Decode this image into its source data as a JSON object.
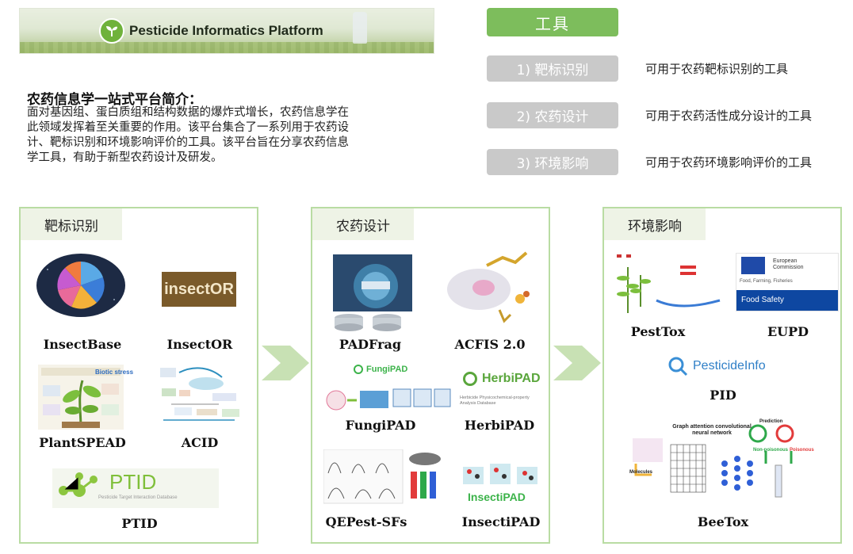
{
  "banner": {
    "title": "Pesticide Informatics Platform"
  },
  "intro": {
    "title": "农药信息学一站式平台简介：",
    "lines": [
      "面对基因组、蛋白质组和结构数据的爆炸式增长，农药信息学在",
      "此领域发挥着至关重要的作用。该平台集合了一系列用于农药设",
      "计、靶标识别和环境影响评价的工具。该平台旨在分享农药信息",
      "学工具，有助于新型农药设计及研发。"
    ]
  },
  "tools": {
    "header": "工具",
    "items": [
      {
        "label": "1) 靶标识别",
        "desc": "可用于农药靶标识别的工具"
      },
      {
        "label": "2) 农药设计",
        "desc": "可用于农药活性成分设计的工具"
      },
      {
        "label": "3) 环境影响",
        "desc": "可用于农药环境影响评价的工具"
      }
    ]
  },
  "panels": {
    "target": {
      "title": "靶标识别",
      "items": [
        "InsectBase",
        "InsectOR",
        "PlantSPEAD",
        "ACID",
        "PTID"
      ],
      "insector_logo": "insectOR",
      "plantspead_text": "Biotic stress",
      "ptid_logo": "PTID",
      "ptid_sub": "Pesticide Target Interaction Database"
    },
    "design": {
      "title": "农药设计",
      "items": [
        "PADFrag",
        "ACFIS 2.0",
        "FungiPAD",
        "HerbiPAD",
        "QEPest-SFs",
        "InsectiPAD"
      ],
      "fungipad_logo": "FungiPAD",
      "herbipad_logo": "HerbiPAD",
      "herbipad_sub": "Herbicide Physicochemical-property Analysis Database",
      "insectipad_logo": "InsectiPAD"
    },
    "env": {
      "title": "环境影响",
      "items": [
        "PestTox",
        "EUPD",
        "PID",
        "BeeTox"
      ],
      "eu_org": "European Commission",
      "eu_sub": "Food, Farming, Fisheries",
      "eu_band": "Food Safety",
      "pid_logo": "PesticideInfo",
      "beetox": {
        "gat": "Graph attention convolutional neural network",
        "prediction": "Prediction",
        "molecules": "Molecules",
        "nonpoison": "Non-poisonous",
        "poison": "Poisonous"
      }
    }
  },
  "colors": {
    "accent": "#7dbd5c",
    "panel_border": "#b9dca3",
    "pill": "#c9c9c9",
    "eu_blue": "#0e47a1"
  },
  "icons": [
    "sprout-icon",
    "chevron-right-icon"
  ]
}
